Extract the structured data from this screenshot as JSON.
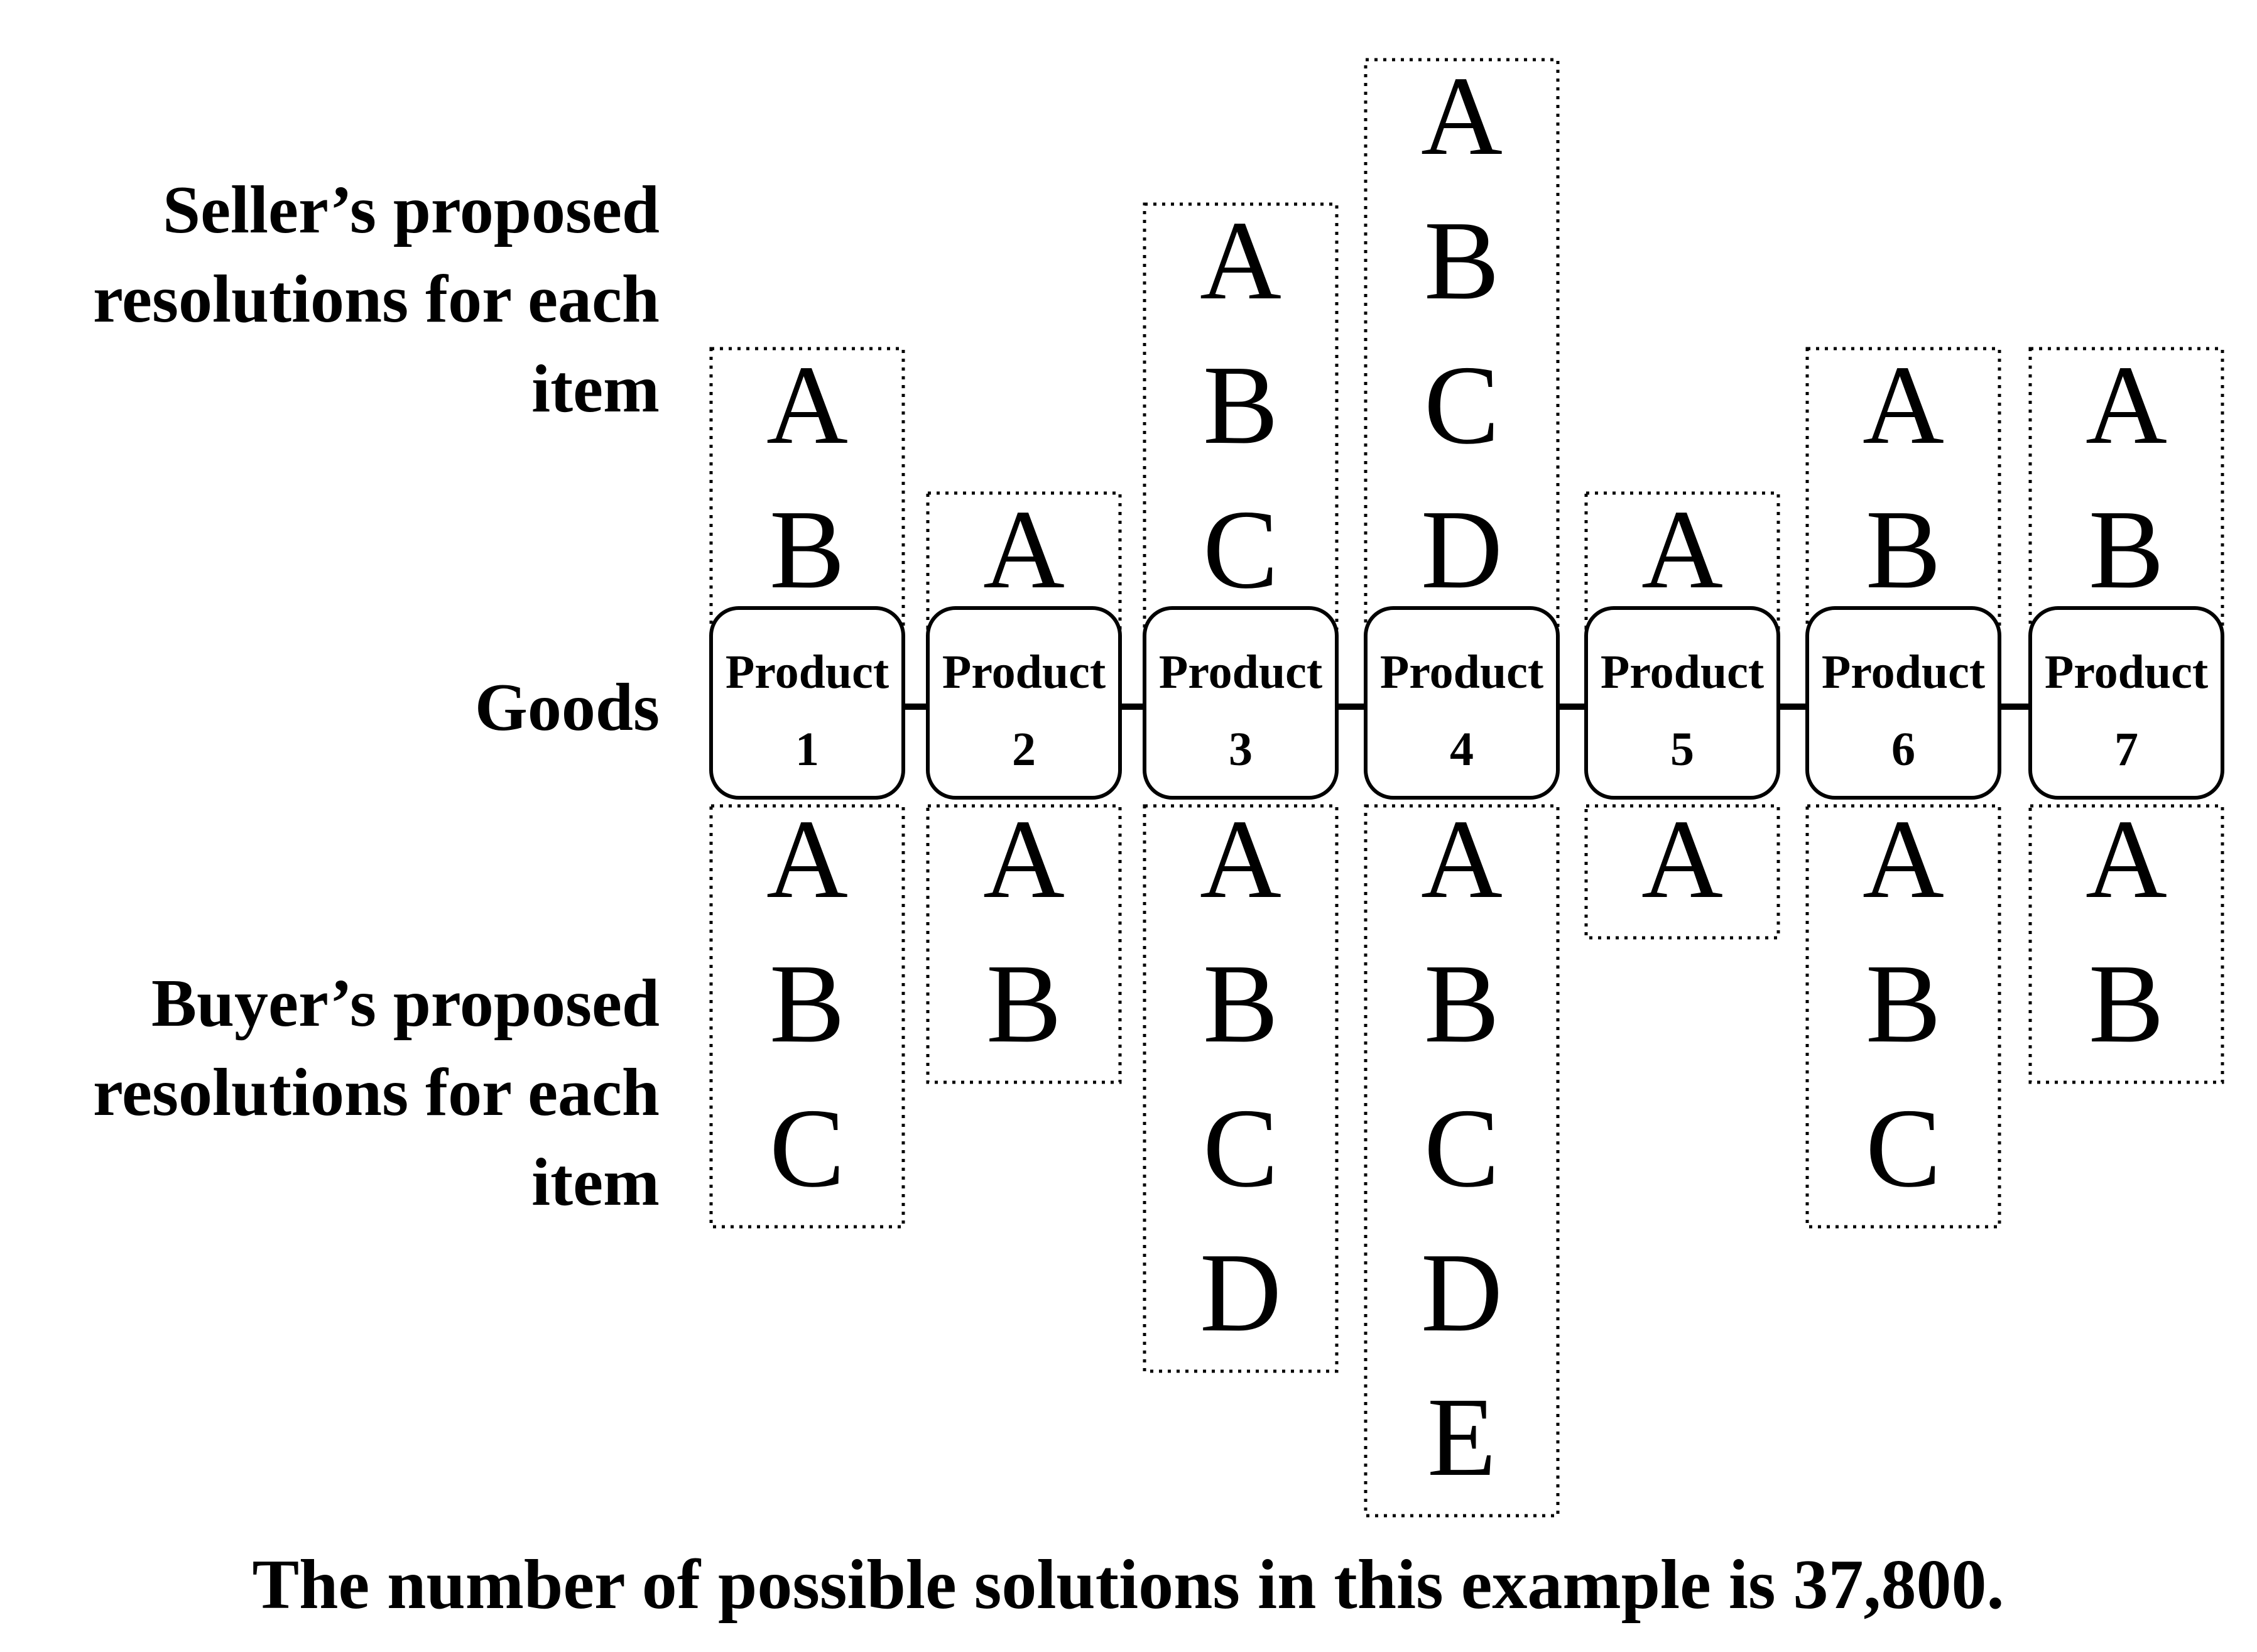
{
  "labels": {
    "seller": [
      "Seller’s proposed",
      "resolutions for each",
      "item"
    ],
    "goods": "Goods",
    "buyer": [
      "Buyer’s proposed",
      "resolutions for each",
      "item"
    ]
  },
  "products": [
    {
      "line1": "Product",
      "line2": "1",
      "seller": [
        "A",
        "B"
      ],
      "buyer": [
        "A",
        "B",
        "C"
      ]
    },
    {
      "line1": "Product",
      "line2": "2",
      "seller": [
        "A"
      ],
      "buyer": [
        "A",
        "B"
      ]
    },
    {
      "line1": "Product",
      "line2": "3",
      "seller": [
        "A",
        "B",
        "C"
      ],
      "buyer": [
        "A",
        "B",
        "C",
        "D"
      ]
    },
    {
      "line1": "Product",
      "line2": "4",
      "seller": [
        "A",
        "B",
        "C",
        "D"
      ],
      "buyer": [
        "A",
        "B",
        "C",
        "D",
        "E"
      ]
    },
    {
      "line1": "Product",
      "line2": "5",
      "seller": [
        "A"
      ],
      "buyer": [
        "A"
      ]
    },
    {
      "line1": "Product",
      "line2": "6",
      "seller": [
        "A",
        "B"
      ],
      "buyer": [
        "A",
        "B",
        "C"
      ]
    },
    {
      "line1": "Product",
      "line2": "7",
      "seller": [
        "A",
        "B"
      ],
      "buyer": [
        "A",
        "B"
      ]
    }
  ],
  "caption": "The number of possible solutions in this example is 37,800."
}
